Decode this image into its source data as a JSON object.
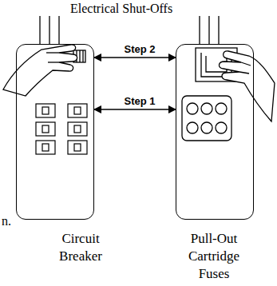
{
  "diagram": {
    "title": "Electrical Shut-Offs",
    "nodes": [
      {
        "text": [
          "Circuit Breaker"
        ]
      },
      {
        "text": [
          "Pull-Out Cartridge Fuses"
        ]
      }
    ],
    "edges": [
      {
        "from": 0,
        "to": 1,
        "label": "Step 2",
        "arrow": "both"
      },
      {
        "from": 0,
        "to": 1,
        "label": "Step 1",
        "arrow": "both"
      }
    ],
    "labels": [
      "n."
    ]
  }
}
